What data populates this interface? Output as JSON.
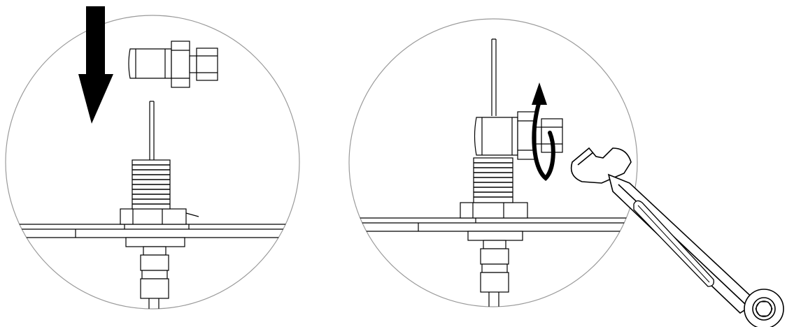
{
  "panels": [
    {
      "id": "step-1",
      "action": "press-down-arrow"
    },
    {
      "id": "step-2",
      "action": "tighten-rotate-arrow"
    }
  ],
  "colors": {
    "stroke": "#000000",
    "circle": "#9a9a9a",
    "background": "#ffffff",
    "arrow": "#000000"
  },
  "icons": [
    "down-arrow-icon",
    "rotate-arrow-icon",
    "wrench-icon"
  ]
}
